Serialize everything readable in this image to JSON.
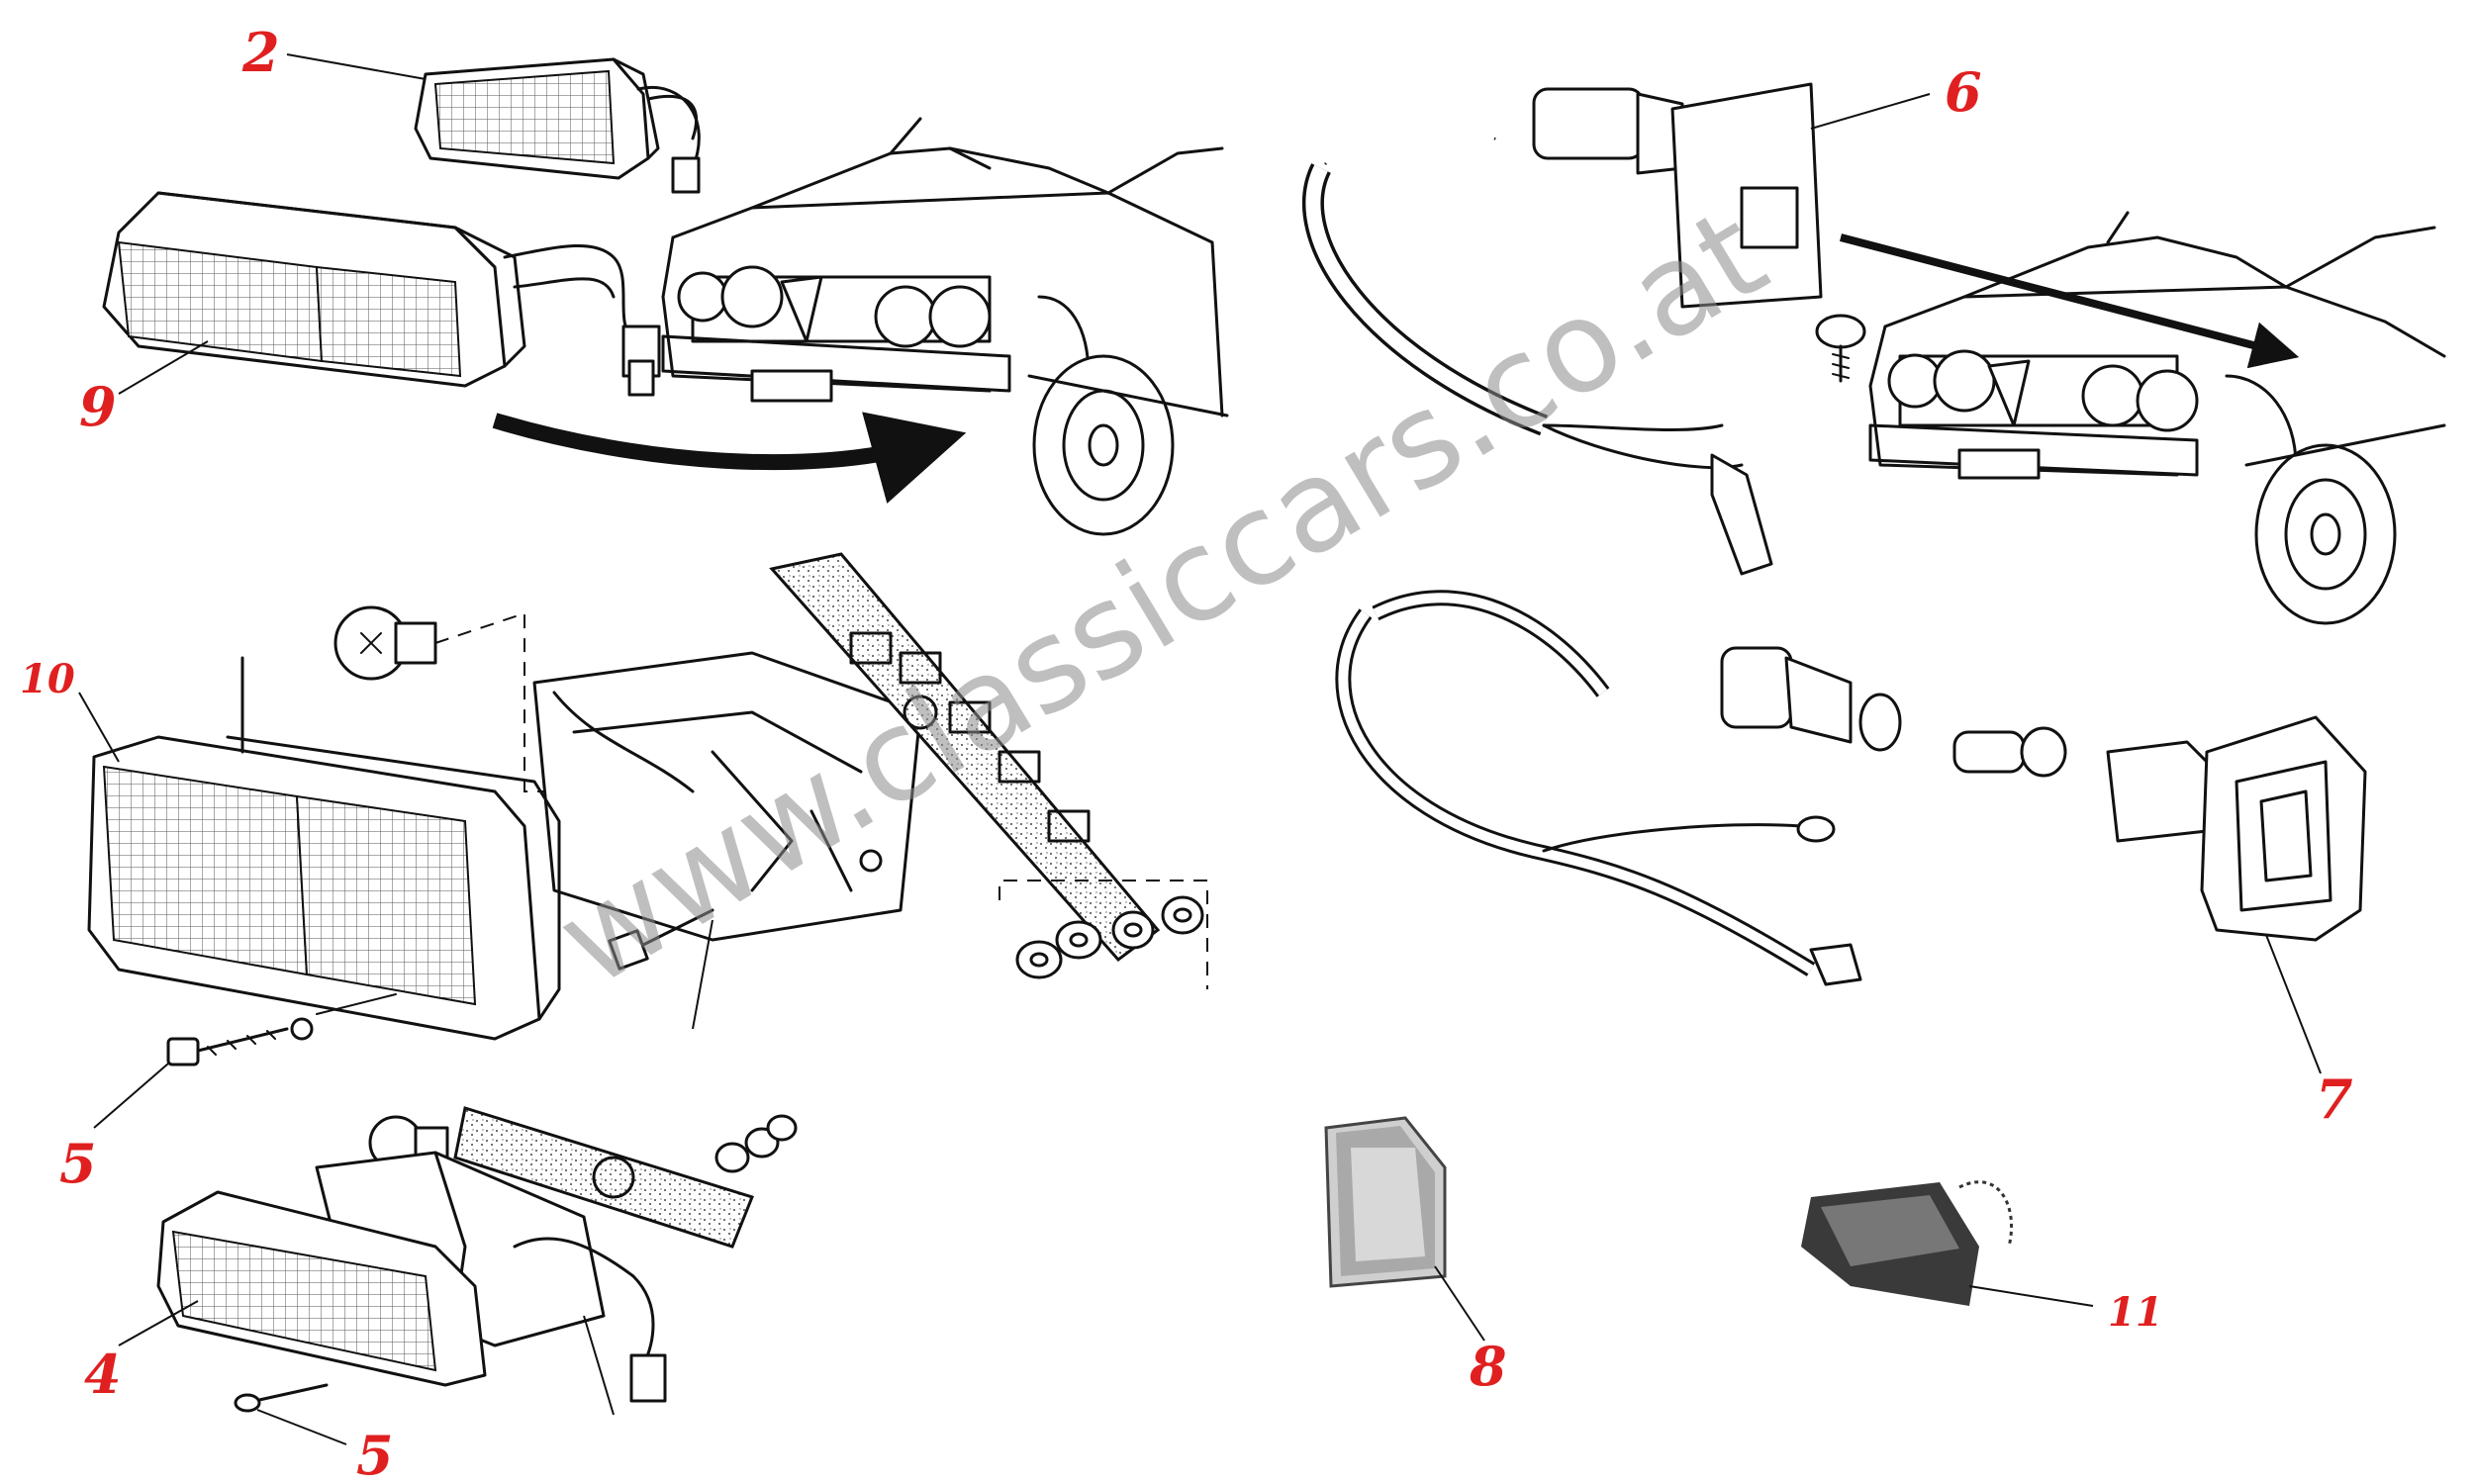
{
  "watermark": "www.classiccars.co.at",
  "callouts": [
    {
      "id": "c2",
      "label": "2"
    },
    {
      "id": "c9",
      "label": "9"
    },
    {
      "id": "c6",
      "label": "6"
    },
    {
      "id": "c10",
      "label": "10"
    },
    {
      "id": "c5a",
      "label": "5"
    },
    {
      "id": "c4",
      "label": "4"
    },
    {
      "id": "c5b",
      "label": "5"
    },
    {
      "id": "c7",
      "label": "7"
    },
    {
      "id": "c8",
      "label": "8"
    },
    {
      "id": "c11",
      "label": "11"
    }
  ],
  "colors": {
    "callout": "#e02020",
    "ink": "#111111",
    "watermark": "#8a8a8a"
  }
}
